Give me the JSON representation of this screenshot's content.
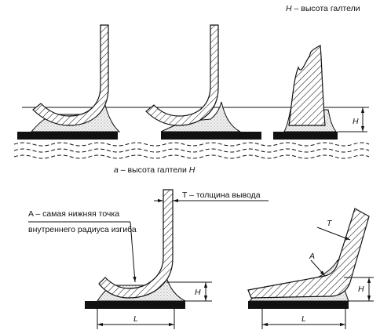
{
  "top_caption": {
    "symbol": "H",
    "text": " – высота галтели"
  },
  "top_dims": {
    "height_symbol": "H"
  },
  "middle_caption": {
    "prefix": "a",
    "text": " – высота галтели ",
    "symbol": "H"
  },
  "bottom_left": {
    "a_label_line1": "A – самая нижняя точка",
    "a_label_line2": "внутреннего радиуса изгиба",
    "t_label": "T – толщина вывода",
    "height_symbol": "H",
    "length_symbol": "L"
  },
  "bottom_right": {
    "t_symbol": "T",
    "a_symbol": "A",
    "height_symbol": "H",
    "length_symbol": "L"
  },
  "colors": {
    "ink": "#111111",
    "background": "#ffffff"
  }
}
